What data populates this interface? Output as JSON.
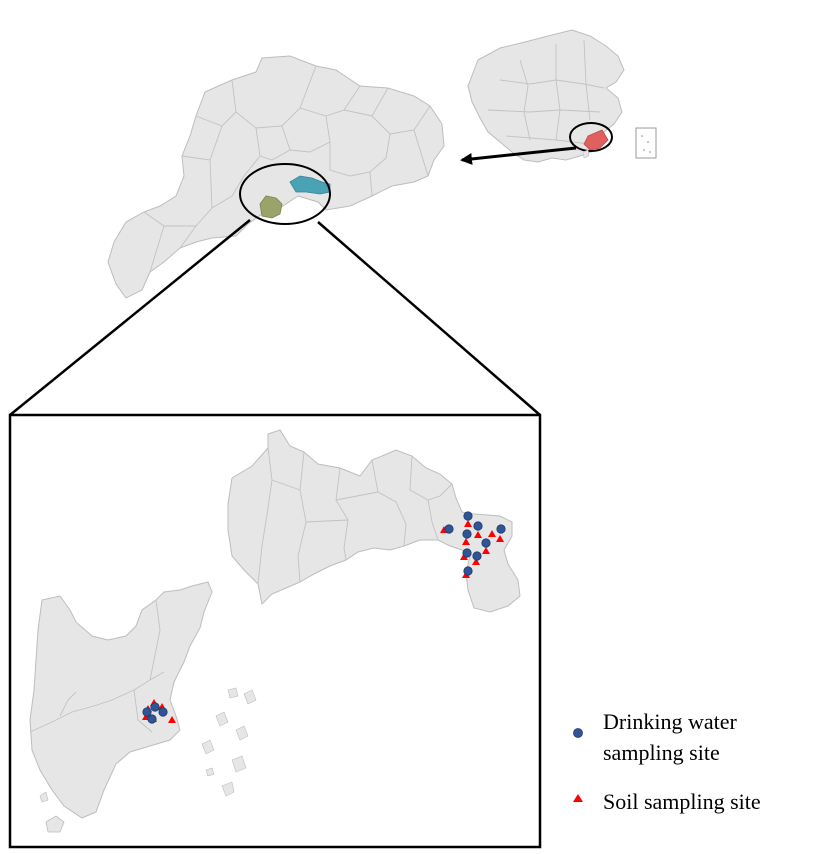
{
  "legend": {
    "drinking_water_line1": "Drinking water",
    "drinking_water_line2": "sampling site",
    "soil": "Soil sampling site"
  },
  "colors": {
    "land": "#e6e6e6",
    "border": "#bdbdbd",
    "drinking_water_marker": "#2f5597",
    "soil_marker": "#ff0000",
    "highlight_red": "#e06060",
    "highlight_teal": "#4aa3b5",
    "highlight_olive": "#9aa36a"
  }
}
